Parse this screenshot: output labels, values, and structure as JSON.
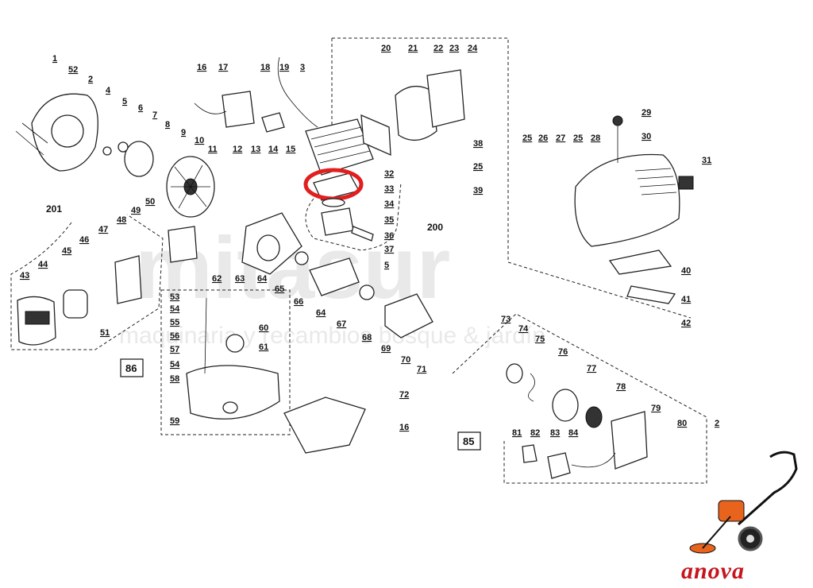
{
  "watermark": {
    "main": "mitasur",
    "sub": "maquinaria y recambios bosque & jardín"
  },
  "brand": {
    "name": "anova",
    "accent_color": "#c8141c",
    "icon": "wheeled-brushcutter-icon"
  },
  "highlight": {
    "color": "#e21e1e",
    "part_number": "32"
  },
  "group_boxes": {
    "fuel_tank": "86",
    "recoil_starter": "85"
  },
  "group_labels": {
    "air_filter": "201",
    "piston_kit": "200"
  },
  "callouts": [
    "1",
    "52",
    "2",
    "4",
    "5",
    "6",
    "7",
    "8",
    "9",
    "10",
    "11",
    "16",
    "17",
    "18",
    "19",
    "3",
    "20",
    "21",
    "22",
    "23",
    "24",
    "38",
    "25",
    "39",
    "32",
    "33",
    "34",
    "35",
    "36",
    "37",
    "5",
    "12",
    "13",
    "14",
    "15",
    "50",
    "49",
    "48",
    "47",
    "46",
    "45",
    "44",
    "43",
    "51",
    "62",
    "63",
    "64",
    "65",
    "66",
    "64",
    "67",
    "68",
    "69",
    "70",
    "71",
    "53",
    "54",
    "55",
    "56",
    "57",
    "54",
    "58",
    "59",
    "60",
    "61",
    "72",
    "16",
    "73",
    "74",
    "75",
    "76",
    "77",
    "78",
    "79",
    "80",
    "81",
    "82",
    "83",
    "84",
    "2",
    "29",
    "30",
    "31",
    "25",
    "26",
    "27",
    "25",
    "28",
    "40",
    "41",
    "42"
  ]
}
